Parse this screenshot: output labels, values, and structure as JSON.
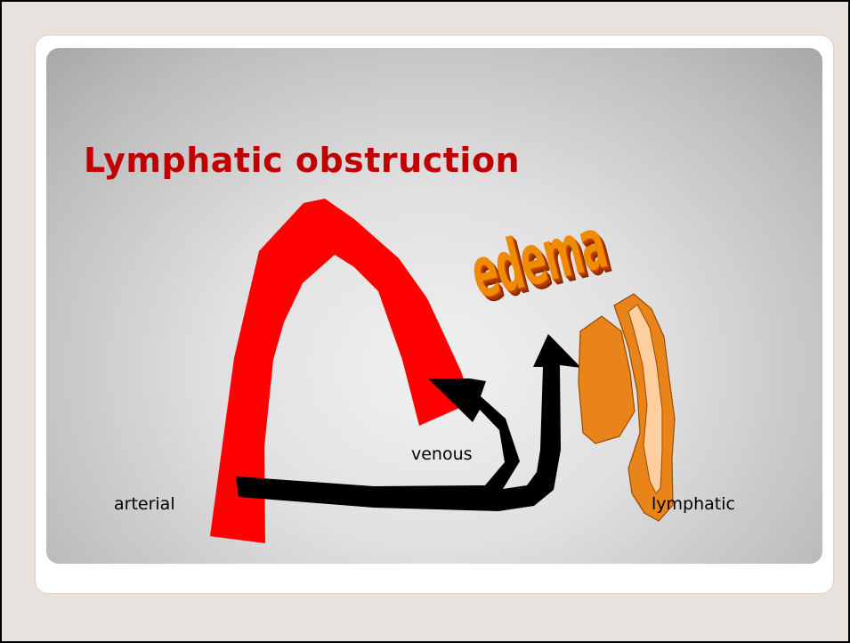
{
  "slide": {
    "title": "Lymphatic obstruction",
    "wordart": "edema",
    "labels": {
      "arterial": "arterial",
      "venous": "venous",
      "lymphatic": "lymphatic"
    }
  },
  "colors": {
    "title": "#c00000",
    "vessel": "#ff0000",
    "arrow": "#000000",
    "edema": "#f08a00",
    "lymph_node": "#e8841a",
    "lymph_node_inner": "#ffcfa0"
  },
  "icons": [
    "blood-vessel-loop",
    "flow-arrow",
    "lymph-node"
  ]
}
